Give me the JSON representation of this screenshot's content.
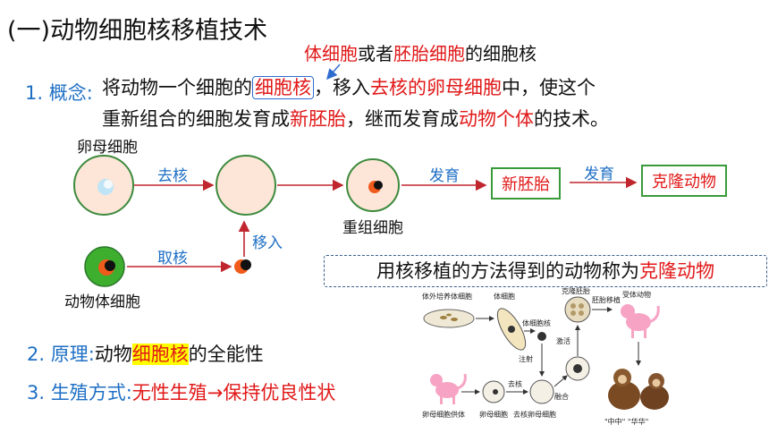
{
  "title": "(一)动物细胞核移植技术",
  "source_note": {
    "part1": "体细胞",
    "part2": "或者",
    "part3": "胚胎细胞",
    "part4": "的细胞核"
  },
  "concept": {
    "label": "1. 概念:",
    "line1_a": "将动物一个细胞的",
    "line1_b": "细胞核",
    "line1_c": "，移入",
    "line1_d": "去核的卵母细胞",
    "line1_e": "中，使这个",
    "line2_a": "重新组合的细胞发育成",
    "line2_b": "新胚胎",
    "line2_c": "，继而发育成",
    "line2_d": "动物个体",
    "line2_e": "的技术。"
  },
  "flow": {
    "oocyte_label": "卵母细胞",
    "enucleate": "去核",
    "develop1": "发育",
    "develop2": "发育",
    "new_embryo": "新胚胎",
    "cloned_animal": "克隆动物",
    "reconstructed": "重组细胞",
    "extract_nucleus": "取核",
    "transfer_in": "移入",
    "somatic_cell": "动物体细胞"
  },
  "method_box": {
    "text_a": "用核移植的方法得到的动物称为",
    "text_b": "克隆动物"
  },
  "principle": {
    "label": "2. 原理:",
    "text_a": "动物",
    "text_b": "细胞核",
    "text_c": "的全能性"
  },
  "reproduction": {
    "label": "3. 生殖方式:",
    "text": "无性生殖→保持优良性状"
  },
  "mini_diagram": {
    "culture": "体外培养体细胞",
    "somatic": "体细胞",
    "somatic_nucleus": "体细胞核",
    "cloned_embryo": "克隆胚胎",
    "embryo_transfer": "胚胎移植",
    "recipient": "受体动物",
    "activate": "激活",
    "inject": "注射",
    "fuse": "融合",
    "enucleate": "去核",
    "donor": "卵母细胞供体",
    "oocyte": "卵母细胞",
    "enucleated_oocyte": "去核卵母细胞",
    "names": "\"中中\" \"华华\""
  },
  "colors": {
    "red": "#e11818",
    "blue": "#1e6fc4",
    "green": "#3a9a3a",
    "peach": "#fde6d8",
    "orange": "#f05a1a"
  }
}
